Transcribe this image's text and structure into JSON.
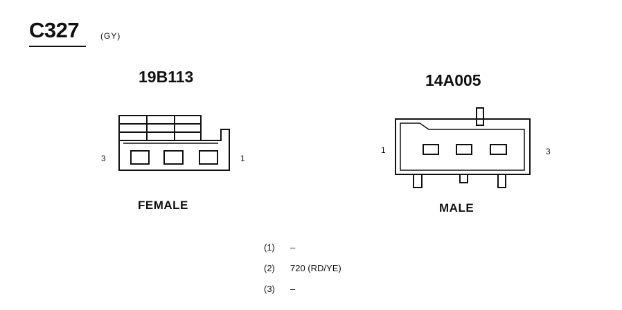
{
  "connector": {
    "id": "C327",
    "color": "(GY)"
  },
  "female": {
    "part_number": "19B113",
    "label": "FEMALE",
    "pin_left": "3",
    "pin_right": "1"
  },
  "male": {
    "part_number": "14A005",
    "label": "MALE",
    "pin_left": "1",
    "pin_right": "3"
  },
  "legend": [
    {
      "cavity": "(1)",
      "circuit": "–"
    },
    {
      "cavity": "(2)",
      "circuit": "720 (RD/YE)"
    },
    {
      "cavity": "(3)",
      "circuit": "–"
    }
  ]
}
